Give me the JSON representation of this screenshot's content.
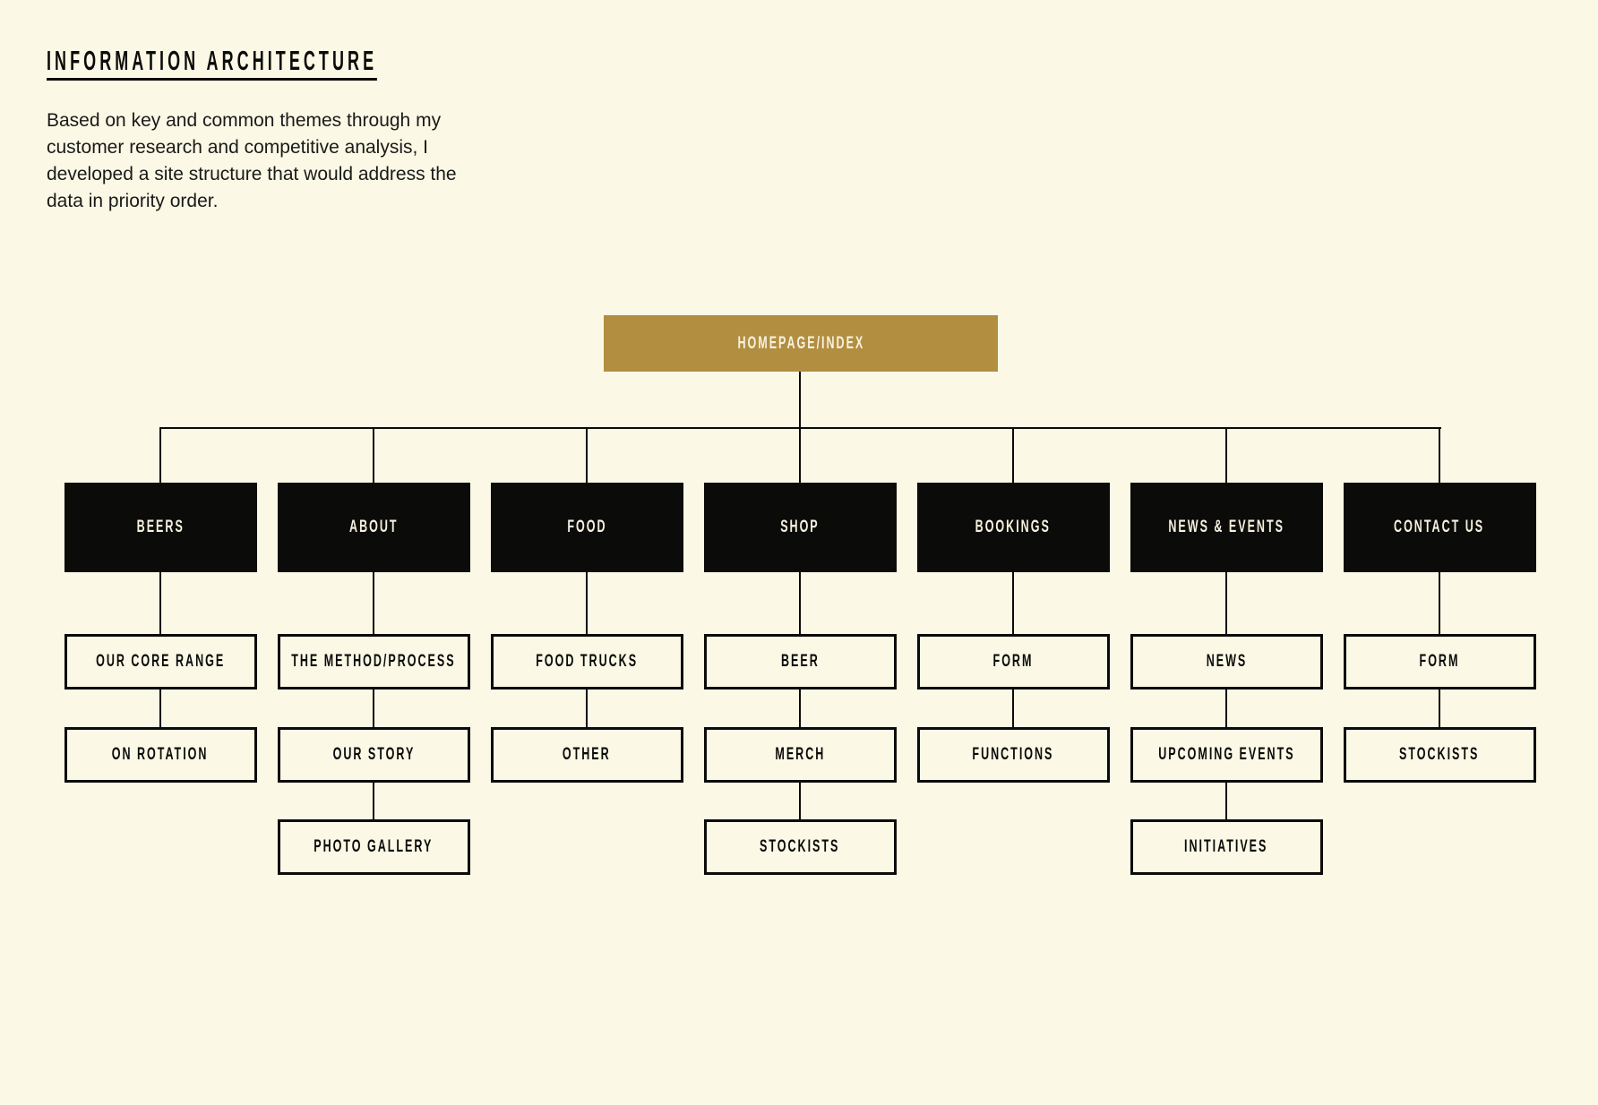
{
  "page": {
    "title": "INFORMATION ARCHITECTURE",
    "description": "Based on key and common themes through my customer research and competitive analysis, I developed a site structure that would address the data in priority order."
  },
  "colors": {
    "background": "#FBF8E6",
    "node_black": "#0B0B09",
    "node_gold": "#B28E41",
    "node_text_light": "#F6F1DE",
    "line": "#0B0B09"
  },
  "diagram": {
    "root": {
      "label": "HOMEPAGE/INDEX"
    },
    "columns": [
      {
        "label": "BEERS",
        "children": [
          {
            "label": "OUR CORE RANGE"
          },
          {
            "label": "ON ROTATION"
          }
        ]
      },
      {
        "label": "ABOUT",
        "children": [
          {
            "label": "THE METHOD/PROCESS"
          },
          {
            "label": "OUR STORY"
          },
          {
            "label": "PHOTO GALLERY"
          }
        ]
      },
      {
        "label": "FOOD",
        "children": [
          {
            "label": "FOOD TRUCKS"
          },
          {
            "label": "OTHER"
          }
        ]
      },
      {
        "label": "SHOP",
        "children": [
          {
            "label": "BEER"
          },
          {
            "label": "MERCH"
          },
          {
            "label": "STOCKISTS"
          }
        ]
      },
      {
        "label": "BOOKINGS",
        "children": [
          {
            "label": "FORM"
          },
          {
            "label": "FUNCTIONS"
          }
        ]
      },
      {
        "label": "NEWS & EVENTS",
        "children": [
          {
            "label": "NEWS"
          },
          {
            "label": "UPCOMING EVENTS"
          },
          {
            "label": "INITIATIVES"
          }
        ]
      },
      {
        "label": "CONTACT US",
        "children": [
          {
            "label": "FORM"
          },
          {
            "label": "STOCKISTS"
          }
        ]
      }
    ]
  }
}
